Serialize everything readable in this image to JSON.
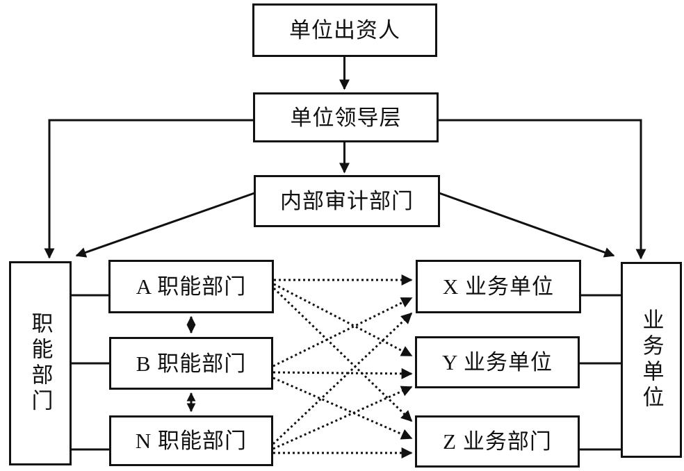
{
  "diagram": {
    "type": "org-structure-flowchart",
    "colors": {
      "line": "#111111",
      "text": "#111111",
      "box_background": "#ffffff"
    },
    "nodes": {
      "investor": "单位出资人",
      "leadership": "单位领导层",
      "audit": "内部审计部门",
      "functional_group": "职能部门",
      "business_group": "业务单位",
      "func_a": "A 职能部门",
      "func_b": "B 职能部门",
      "func_n": "N 职能部门",
      "biz_x": "X 业务单位",
      "biz_y": "Y 业务单位",
      "biz_z": "Z 业务部门"
    },
    "edges": [
      {
        "from": "investor",
        "to": "leadership",
        "style": "solid-arrow"
      },
      {
        "from": "leadership",
        "to": "audit",
        "style": "solid-arrow"
      },
      {
        "from": "leadership",
        "to": "functional_group",
        "style": "solid-arrow"
      },
      {
        "from": "leadership",
        "to": "business_group",
        "style": "solid-arrow"
      },
      {
        "from": "audit",
        "to": "functional_group",
        "style": "solid-arrow"
      },
      {
        "from": "audit",
        "to": "business_group",
        "style": "solid-arrow"
      },
      {
        "from": "functional_group",
        "to": "func_a",
        "style": "line"
      },
      {
        "from": "functional_group",
        "to": "func_b",
        "style": "line"
      },
      {
        "from": "functional_group",
        "to": "func_n",
        "style": "line"
      },
      {
        "from": "biz_x",
        "to": "business_group",
        "style": "line"
      },
      {
        "from": "biz_y",
        "to": "business_group",
        "style": "line"
      },
      {
        "from": "biz_z",
        "to": "business_group",
        "style": "line"
      },
      {
        "from": "func_a",
        "to": "func_b",
        "style": "double-arrow"
      },
      {
        "from": "func_b",
        "to": "func_n",
        "style": "double-arrow"
      },
      {
        "from": "func_a",
        "to": "biz_x",
        "style": "dotted-arrow"
      },
      {
        "from": "func_a",
        "to": "biz_y",
        "style": "dotted-arrow"
      },
      {
        "from": "func_a",
        "to": "biz_z",
        "style": "dotted-arrow"
      },
      {
        "from": "func_b",
        "to": "biz_x",
        "style": "dotted-arrow"
      },
      {
        "from": "func_b",
        "to": "biz_y",
        "style": "dotted-arrow"
      },
      {
        "from": "func_b",
        "to": "biz_z",
        "style": "dotted-arrow"
      },
      {
        "from": "func_n",
        "to": "biz_x",
        "style": "dotted-arrow"
      },
      {
        "from": "func_n",
        "to": "biz_y",
        "style": "dotted-arrow"
      },
      {
        "from": "func_n",
        "to": "biz_z",
        "style": "dotted-arrow"
      }
    ]
  }
}
